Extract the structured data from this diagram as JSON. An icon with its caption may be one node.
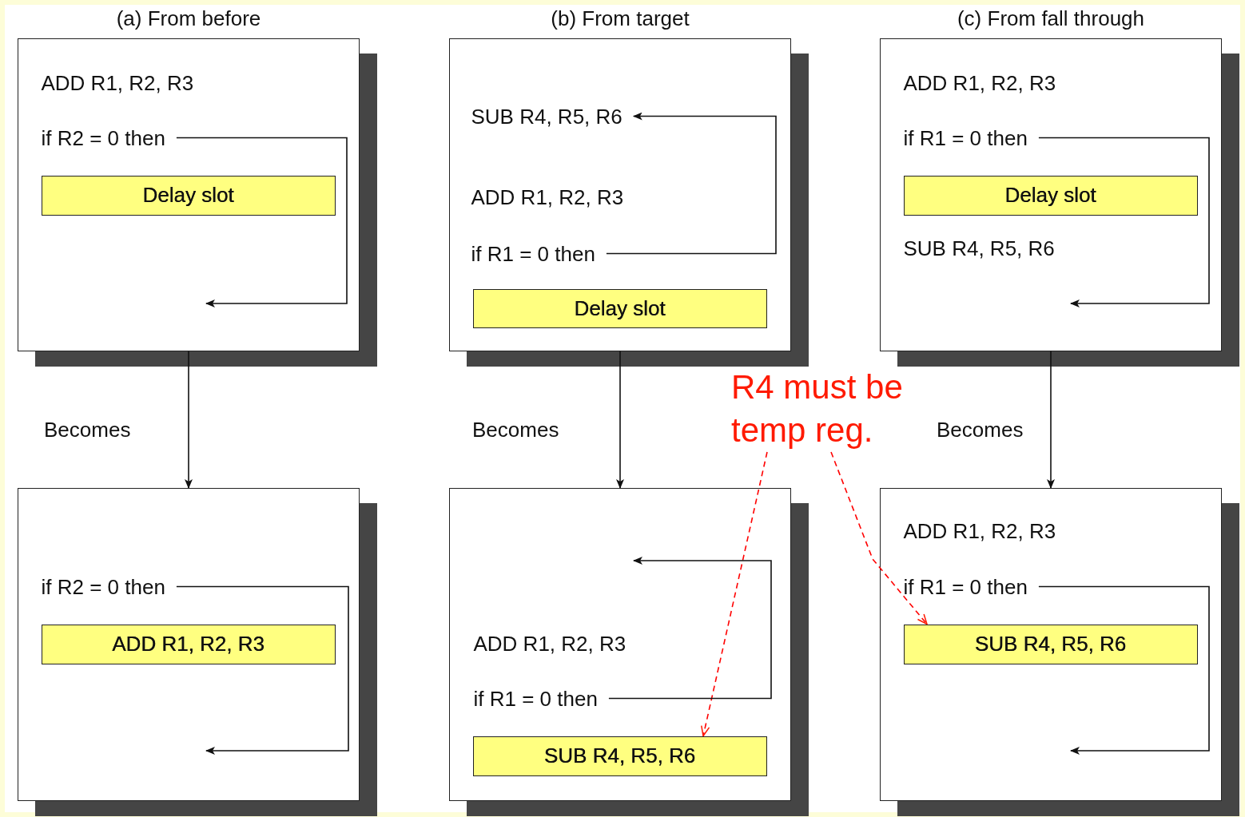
{
  "diagram": {
    "nodes": [
      {
        "text": [
          "(a) From before"
        ]
      },
      {
        "text": [
          "ADD R1, R2, R3"
        ],
        "in": 0
      },
      {
        "text": [
          "if R2 = 0 then"
        ],
        "in": 0
      },
      {
        "text": [
          "Delay slot"
        ],
        "in": 0
      },
      {
        "text": [
          "(b) From target"
        ]
      },
      {
        "text": [
          "SUB R4, R5, R6"
        ],
        "in": 4
      },
      {
        "text": [
          "ADD R1, R2, R3"
        ],
        "in": 4
      },
      {
        "text": [
          "if R1 = 0 then"
        ],
        "in": 4
      },
      {
        "text": [
          "Delay slot"
        ],
        "in": 4
      },
      {
        "text": [
          "(c) From fall through"
        ]
      },
      {
        "text": [
          "ADD R1, R2, R3"
        ],
        "in": 9
      },
      {
        "text": [
          "if R1 = 0 then"
        ],
        "in": 9
      },
      {
        "text": [
          "Delay slot"
        ],
        "in": 9
      },
      {
        "text": [
          "SUB R4, R5, R6"
        ],
        "in": 9
      },
      {
        "text": [
          "R4 must be temp reg."
        ]
      },
      {
        "text": [],
        "shape": "box"
      },
      {
        "text": [
          "if R2 = 0 then"
        ],
        "in": 15
      },
      {
        "text": [
          "ADD R1, R2, R3"
        ],
        "in": 15
      },
      {
        "text": [],
        "shape": "box"
      },
      {
        "text": [
          "ADD R1, R2, R3"
        ],
        "in": 18
      },
      {
        "text": [
          "if R1 = 0 then"
        ],
        "in": 18
      },
      {
        "text": [
          "SUB R4, R5, R6"
        ],
        "in": 18
      },
      {
        "text": [],
        "shape": "box"
      },
      {
        "text": [
          "ADD R1, R2, R3"
        ],
        "in": 22
      },
      {
        "text": [
          "if R1 = 0 then"
        ],
        "in": 22
      },
      {
        "text": [
          "SUB R4, R5, R6"
        ],
        "in": 22
      }
    ],
    "edges": [
      {
        "from": 2,
        "to": null,
        "arrow": "to"
      },
      {
        "from": 7,
        "to": 5,
        "arrow": "to"
      },
      {
        "from": 11,
        "to": null,
        "arrow": "to"
      },
      {
        "from": 0,
        "to": 15,
        "arrow": "to",
        "label": "Becomes"
      },
      {
        "from": 4,
        "to": 18,
        "arrow": "to",
        "label": "Becomes"
      },
      {
        "from": 9,
        "to": 22,
        "arrow": "to",
        "label": "Becomes"
      },
      {
        "from": 14,
        "to": 21,
        "arrow": "to",
        "style": "dashed",
        "color": "#ff0000"
      },
      {
        "from": 14,
        "to": 25,
        "arrow": "to",
        "style": "dashed",
        "color": "#ff0000"
      },
      {
        "from": 16,
        "to": null,
        "arrow": "to"
      },
      {
        "from": 20,
        "to": null,
        "arrow": "to"
      },
      {
        "from": 24,
        "to": null,
        "arrow": "to"
      }
    ]
  }
}
